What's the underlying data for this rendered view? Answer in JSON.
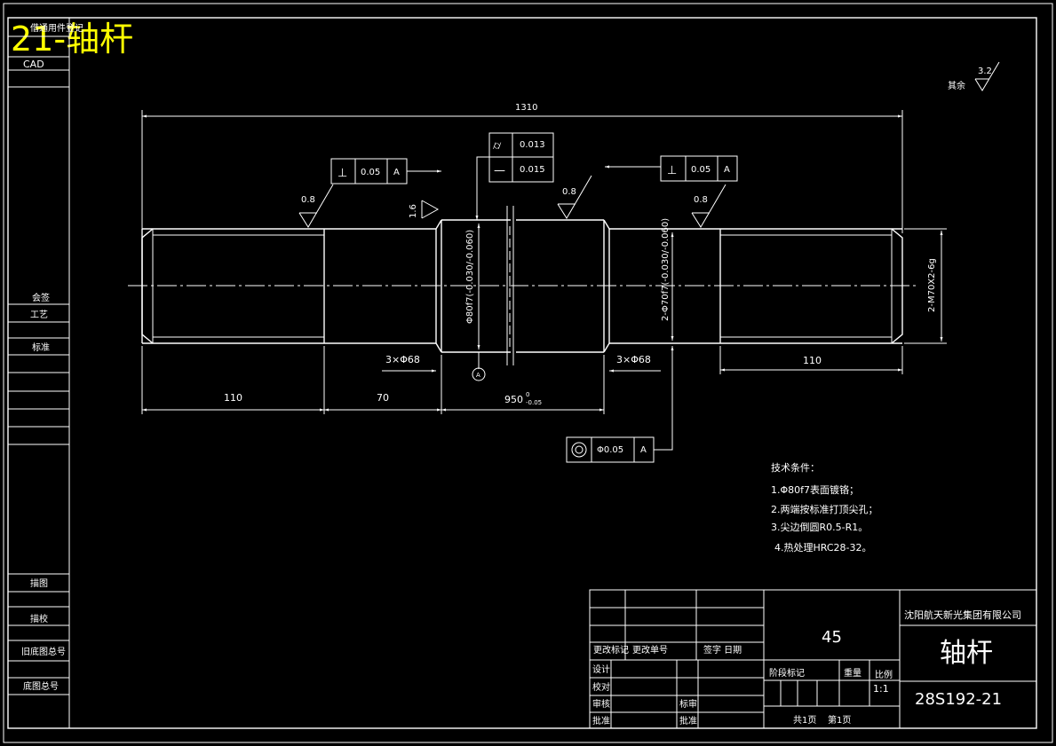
{
  "header_tag": "21-轴杆",
  "left_strip": {
    "top_label": "借通用件登记",
    "cad": "CAD",
    "row1": "会签",
    "row2": "工艺",
    "row3": "标准",
    "row4": "描图",
    "row5": "描校",
    "row6": "旧底图总号",
    "row7": "底图总号"
  },
  "roughness": {
    "other": "其余",
    "other_value": "3.2",
    "ra_left": "0.8",
    "ra_shoulder": "1.6",
    "ra_center": "0.8",
    "ra_right": "0.8"
  },
  "dimensions": {
    "overall": "1310",
    "left_thread_len": "110",
    "left_journal_len": "70",
    "center_len": "950",
    "center_tol_upper": "0",
    "center_tol_lower": "-0.05",
    "right_thread_len": "110",
    "chamfer_left": "3×Φ68",
    "chamfer_right": "3×Φ68",
    "dia_center": "Φ80f7(-0.030/-0.060)",
    "dia_right": "2-Φ70f7(-0.030/-0.060)",
    "thread_right": "2-M70X2-6g"
  },
  "tolerances": {
    "perp_left": {
      "symbol": "⊥",
      "value": "0.05",
      "datum": "A"
    },
    "cyl": {
      "symbol": "⌭",
      "value": "0.013"
    },
    "straight": {
      "symbol": "—",
      "value": "0.015"
    },
    "perp_right": {
      "symbol": "⊥",
      "value": "0.05",
      "datum": "A"
    },
    "coax": {
      "symbol": "◎",
      "value": "Φ0.05",
      "datum": "A"
    },
    "datum_label": "A"
  },
  "tech_notes": {
    "title": "技术条件：",
    "items": [
      "1.Φ80f7表面镀铬；",
      "2.两端按标准打顶尖孔；",
      "3.尖边倒圆R0.5-R1。",
      "4.热处理HRC28-32。"
    ]
  },
  "title_block": {
    "company": "沈阳航天新光集团有限公司",
    "material": "45",
    "part_name": "轴杆",
    "drawing_no": "28S192-21",
    "scale_label": "比例",
    "scale": "1:1",
    "weight_label": "重量",
    "stage_label": "阶段标记",
    "sheets": "共1页",
    "sheet": "第1页",
    "rev_mark": "更改标记",
    "rev_doc": "更改单号",
    "sign_date": "签字  日期",
    "design": "设计",
    "check": "校对",
    "review": "审核",
    "approve": "批准",
    "std": "标审",
    "approve2": "批准"
  }
}
